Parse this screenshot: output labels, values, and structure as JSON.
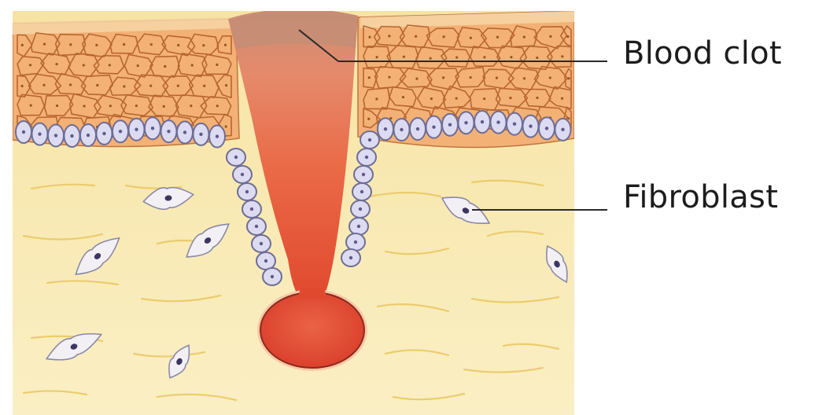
{
  "labels": {
    "blood_clot": "Blood clot",
    "fibroblast": "Fibroblast"
  },
  "colors": {
    "dermis": "#f9eab0",
    "dermis_streak": "#e9c65a",
    "epidermis": "#f3b277",
    "epidermis_cell_line": "#b8662f",
    "basal_cell_fill": "#dcdbf2",
    "basal_cell_outline": "#6d6d96",
    "clot_top": "#c98e76",
    "clot_body": "#e7583a",
    "clot_bulb": "#e34732",
    "fibroblast_fill": "#f2f0f5",
    "fibroblast_nucleus": "#3b3760",
    "leader_line": "#2a2a2a"
  },
  "icons": {
    "cell_type": "fibroblast-cell",
    "tissue": "skin-wound-cross-section"
  }
}
